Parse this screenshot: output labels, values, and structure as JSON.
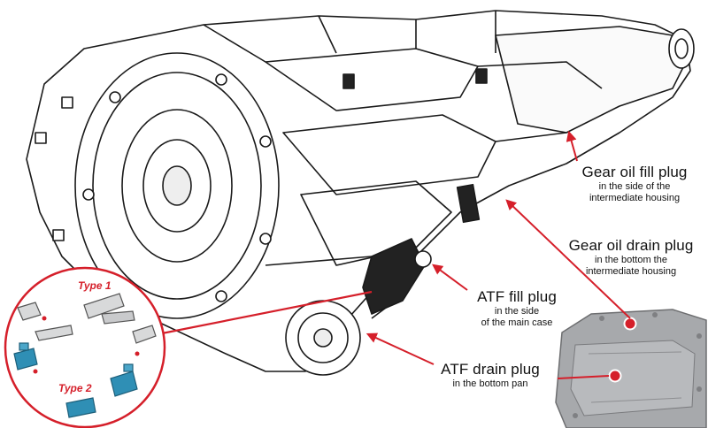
{
  "labels": {
    "gear_oil_fill": {
      "title": "Gear oil fill plug",
      "sub1": "in the side of the",
      "sub2": "intermediate housing"
    },
    "gear_oil_drain": {
      "title": "Gear oil drain plug",
      "sub1": "in the bottom the",
      "sub2": "intermediate housing"
    },
    "atf_fill": {
      "title": "ATF fill plug",
      "sub1": "in the side",
      "sub2": "of the main case"
    },
    "atf_drain": {
      "title": "ATF drain plug",
      "sub1": "in the bottom pan"
    }
  },
  "inset": {
    "type1": "Type 1",
    "type2": "Type 2"
  },
  "colors": {
    "accent": "#d51f2a",
    "part_blue": "#2f8fb5",
    "line": "#1a1a1a"
  }
}
